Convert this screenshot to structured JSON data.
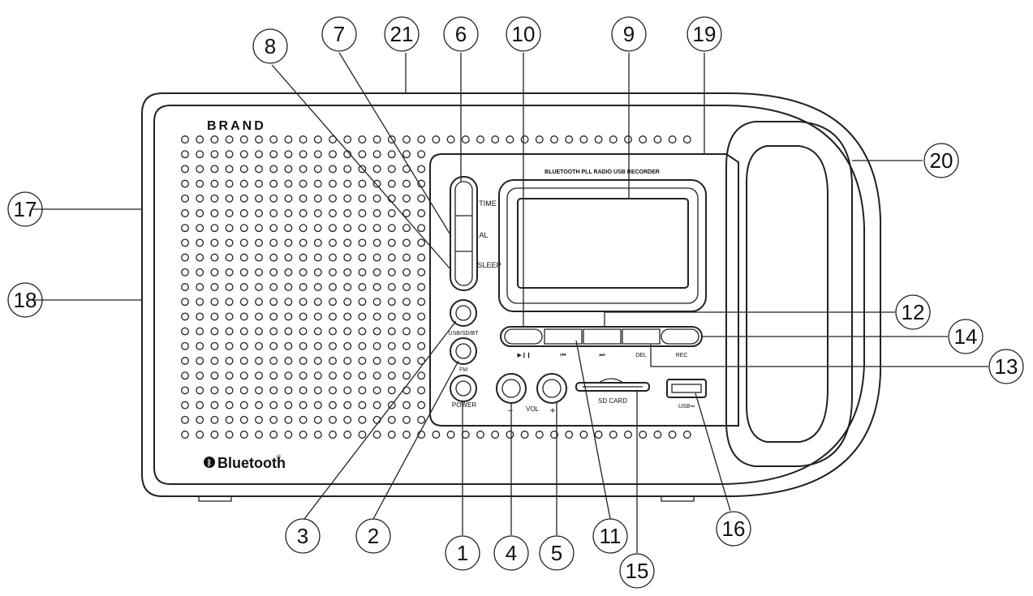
{
  "device": {
    "brand": "BRAND",
    "panel_title": "BLUETOOTH PLL RADIO USB RECORDER",
    "bluetooth_logo_text": "Bluetooth",
    "bluetooth_trademark": "®"
  },
  "buttons": {
    "time": "TIME",
    "al": "AL",
    "sleep": "SLEEP",
    "usb_sd_bt": "USB/SD/BT",
    "fm": "FM",
    "power": "POWER",
    "vol": "VOL",
    "vol_minus": "−",
    "vol_plus": "+",
    "play_pause": "▶❙❙",
    "prev": "⏮",
    "next": "⏭",
    "del": "DEL",
    "rec": "REC",
    "sd_card": "SD CARD",
    "usb": "USB⇐"
  },
  "callouts": {
    "c1": "1",
    "c2": "2",
    "c3": "3",
    "c4": "4",
    "c5": "5",
    "c6": "6",
    "c7": "7",
    "c8": "8",
    "c9": "9",
    "c10": "10",
    "c11": "11",
    "c12": "12",
    "c13": "13",
    "c14": "14",
    "c15": "15",
    "c16": "16",
    "c17": "17",
    "c18": "18",
    "c19": "19",
    "c20": "20",
    "c21": "21"
  }
}
